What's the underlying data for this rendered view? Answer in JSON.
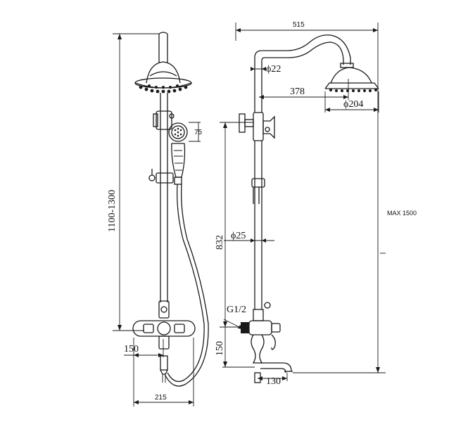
{
  "dimensions": {
    "width_total": "515",
    "pipe_diameter_top": "ϕ22",
    "arm_reach": "378",
    "head_diameter": "ϕ204",
    "hand_shower": "75",
    "height_range": "1100-1300",
    "max_height": "MAX 1500",
    "rail_height": "832",
    "rail_diameter": "ϕ25",
    "inlet_thread": "G1/2",
    "inlet_offset_left": "150",
    "inlet_offset_right": "150",
    "mixer_width": "215",
    "spout_reach": "130"
  }
}
